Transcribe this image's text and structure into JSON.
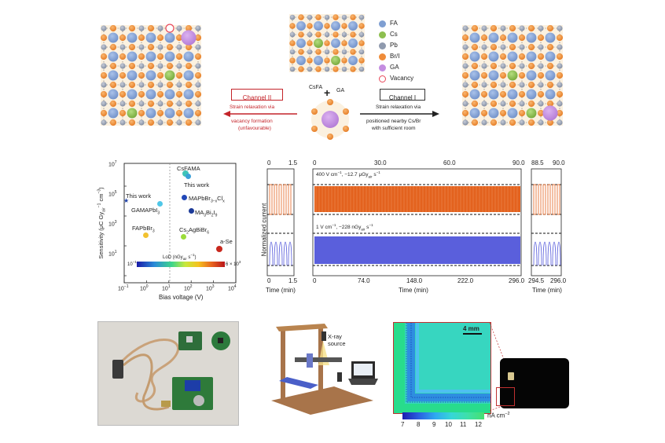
{
  "top_panel": {
    "legend": [
      {
        "label": "FA",
        "color": "#7f9fd2"
      },
      {
        "label": "Cs",
        "color": "#8dbf4f"
      },
      {
        "label": "Pb",
        "color": "#8f9aae"
      },
      {
        "label": "Br/I",
        "color": "#ef8c3a"
      },
      {
        "label": "GA",
        "color": "#c48de0"
      },
      {
        "label": "Vacancy",
        "color": "#e8485a"
      }
    ],
    "channel2_label": "Channel II",
    "channel2_text": [
      "Strain relaxation via",
      "vacancy formation",
      "(unfavourable)"
    ],
    "channel1_label": "Channel I",
    "channel1_text": [
      "Strain relaxation via",
      "positioned nearby Cs/Br",
      "with sufficient room"
    ],
    "csfa_label": "CsFA",
    "plus_label": "+",
    "ga_label": "GA"
  },
  "scatter_panel": {
    "y_axis_label": "Sensitivity (μC Gy",
    "y_axis_label_sub1": "air",
    "y_axis_label_mid": "−1",
    "y_axis_label_end": " cm",
    "x_axis_label": "Bias voltage (V)",
    "colorbar_title": "LoD (nGy",
    "colorbar_title_sub": "air",
    "colorbar_title_end": " s",
    "colorbar_min": "10",
    "colorbar_min_exp": "−1",
    "colorbar_max": "6 × 10",
    "colorbar_max_exp": "3",
    "x_ticks": [
      "10",
      "10",
      "10",
      "10",
      "10",
      "10"
    ],
    "x_tick_exps": [
      "−1",
      "0",
      "1",
      "2",
      "3",
      "4"
    ],
    "y_ticks": [
      "10",
      "10",
      "10",
      "10"
    ],
    "y_tick_exps": [
      "1",
      "3",
      "5",
      "7"
    ],
    "points": [
      {
        "label": "CsFAMA",
        "color": "#3ec4b8"
      },
      {
        "label": "This work",
        "color": "#3aa0d8"
      },
      {
        "label": "This work",
        "color": "#1c3fa8"
      },
      {
        "label": "GAMAPbI",
        "sub": "3",
        "color": "#4fc7e8"
      },
      {
        "label": "MAPbBr",
        "sub": "3−x",
        "label2": "Cl",
        "sub2": "x",
        "color": "#2248b8"
      },
      {
        "label": "MA",
        "sub": "3",
        "label2": "Bi",
        "sub2": "2",
        "label3": "I",
        "sub3": "9",
        "color": "#1c3a98"
      },
      {
        "label": "FAPbBr",
        "sub": "3",
        "color": "#f2c230"
      },
      {
        "label": "Cs",
        "sub": "2",
        "label2": "AgBiBr",
        "sub2": "6",
        "color": "#9bdc3a"
      },
      {
        "label": "a-Se",
        "color": "#c8281e"
      }
    ]
  },
  "current_panel": {
    "y_axis_label": "Normalized current",
    "top_ticks_left": [
      "0",
      "1.5"
    ],
    "top_ticks_mid": [
      "0",
      "30.0",
      "60.0",
      "90.0"
    ],
    "top_ticks_right": [
      "88.5",
      "90.0"
    ],
    "bottom_ticks_left": [
      "0",
      "1.5"
    ],
    "bottom_ticks_mid": [
      "0",
      "74.0",
      "148.0",
      "222.0",
      "296.0"
    ],
    "bottom_ticks_right": [
      "294.5",
      "296.0"
    ],
    "xlabel_left": "Time (min)",
    "xlabel_mid": "Time (min)",
    "xlabel_right": "Time (min)",
    "top_annotation": "400 V cm",
    "top_annotation_exp": "−1",
    "top_annotation_rest": ", −12.7 μGy",
    "top_annotation_sub": "air",
    "top_annotation_end": " s",
    "bottom_annotation": "1 V cm",
    "bottom_annotation_exp": "−1",
    "bottom_annotation_rest": ", −228 nGy",
    "bottom_annotation_sub": "air",
    "bottom_annotation_end": " s",
    "top_color": "#e3621e",
    "bottom_color": "#5a5fdc"
  },
  "bottom_panel": {
    "xray_label_1": "X-ray",
    "xray_label_2": "source",
    "scale_bar": "4 mm",
    "colorbar_ticks": [
      "7",
      "8",
      "9",
      "10",
      "11",
      "12"
    ],
    "colorbar_unit": "nA cm",
    "colorbar_unit_exp": "−2"
  }
}
